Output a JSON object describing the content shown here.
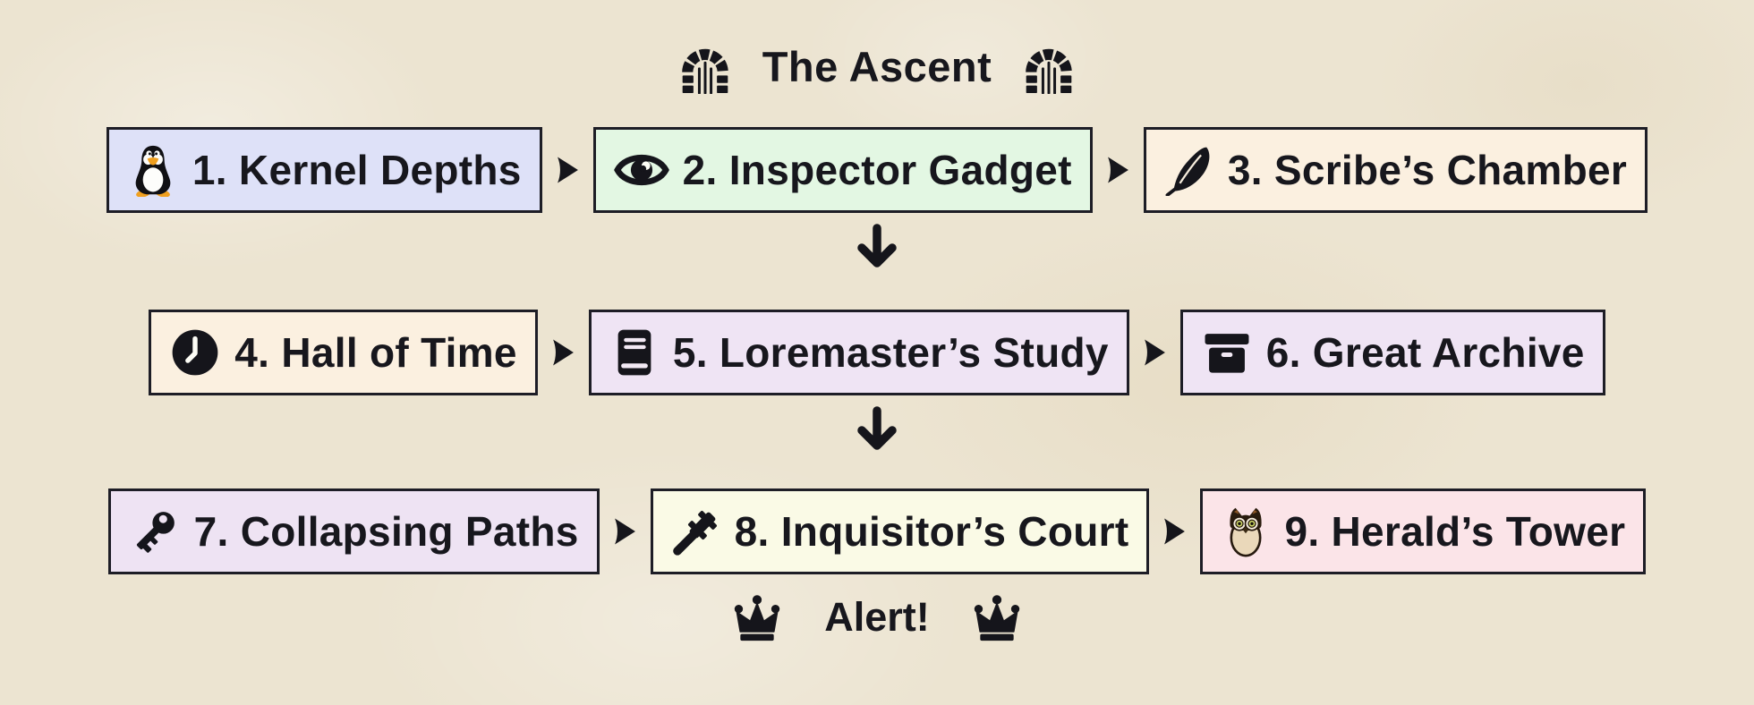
{
  "title": {
    "label": "The Ascent"
  },
  "alert": {
    "label": "Alert!"
  },
  "flow": {
    "rows": [
      [
        {
          "label": "1. Kernel Depths",
          "icon": "tux-penguin",
          "bg": "#dee1f8"
        },
        {
          "label": "2. Inspector Gadget",
          "icon": "eye",
          "bg": "#e3f7e3"
        },
        {
          "label": "3. Scribe’s Chamber",
          "icon": "feather-quill",
          "bg": "#fbf0e0"
        }
      ],
      [
        {
          "label": "4. Hall of Time",
          "icon": "clock",
          "bg": "#fbf0e0"
        },
        {
          "label": "5. Loremaster’s Study",
          "icon": "book",
          "bg": "#efe4f4"
        },
        {
          "label": "6. Great Archive",
          "icon": "archive-box",
          "bg": "#efe4f4"
        }
      ],
      [
        {
          "label": "7. Collapsing Paths",
          "icon": "key",
          "bg": "#eee3f3"
        },
        {
          "label": "8. Inquisitor’s Court",
          "icon": "gavel",
          "bg": "#fafae6"
        },
        {
          "label": "9. Herald’s Tower",
          "icon": "owl",
          "bg": "#fbe4e8"
        }
      ]
    ],
    "connector_right": "right-arrowhead",
    "connector_down": "down-arrow"
  },
  "colors": {
    "page_background": "#ece4d1",
    "node_border": "#1d1d26",
    "text": "#17171d",
    "icon_ink": "#15151b",
    "owl_body": "#ead8ba",
    "owl_eye": "#cfd868",
    "tux_beak": "#f0a020"
  }
}
